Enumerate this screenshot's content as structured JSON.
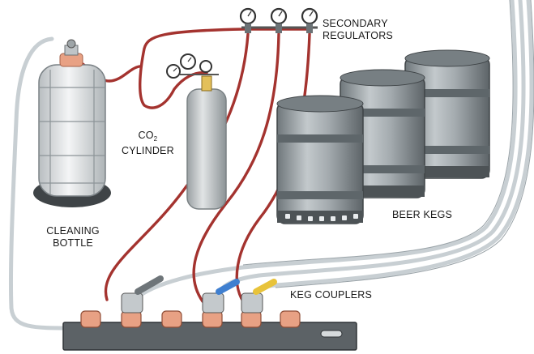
{
  "labels": {
    "secondary_regulators": [
      "SECONDARY",
      "REGULATORS"
    ],
    "co2_cylinder": {
      "formula": "CO",
      "subscript": "2",
      "word": "CYLINDER"
    },
    "cleaning_bottle": [
      "CLEANING",
      "BOTTLE"
    ],
    "beer_kegs": "BEER KEGS",
    "keg_couplers": "KEG COUPLERS"
  },
  "colors": {
    "gas_line": "#a4332f",
    "beer_line": "#c8cfd3",
    "keg_steel": "#8e969a",
    "keg_dark": "#4d5356",
    "cylinder": "#c7cbcd",
    "manifold": "#5c6266",
    "faucet_copper": "#e8a184",
    "coupler_blue": "#3f7fd0",
    "coupler_yellow": "#e8c33a"
  }
}
